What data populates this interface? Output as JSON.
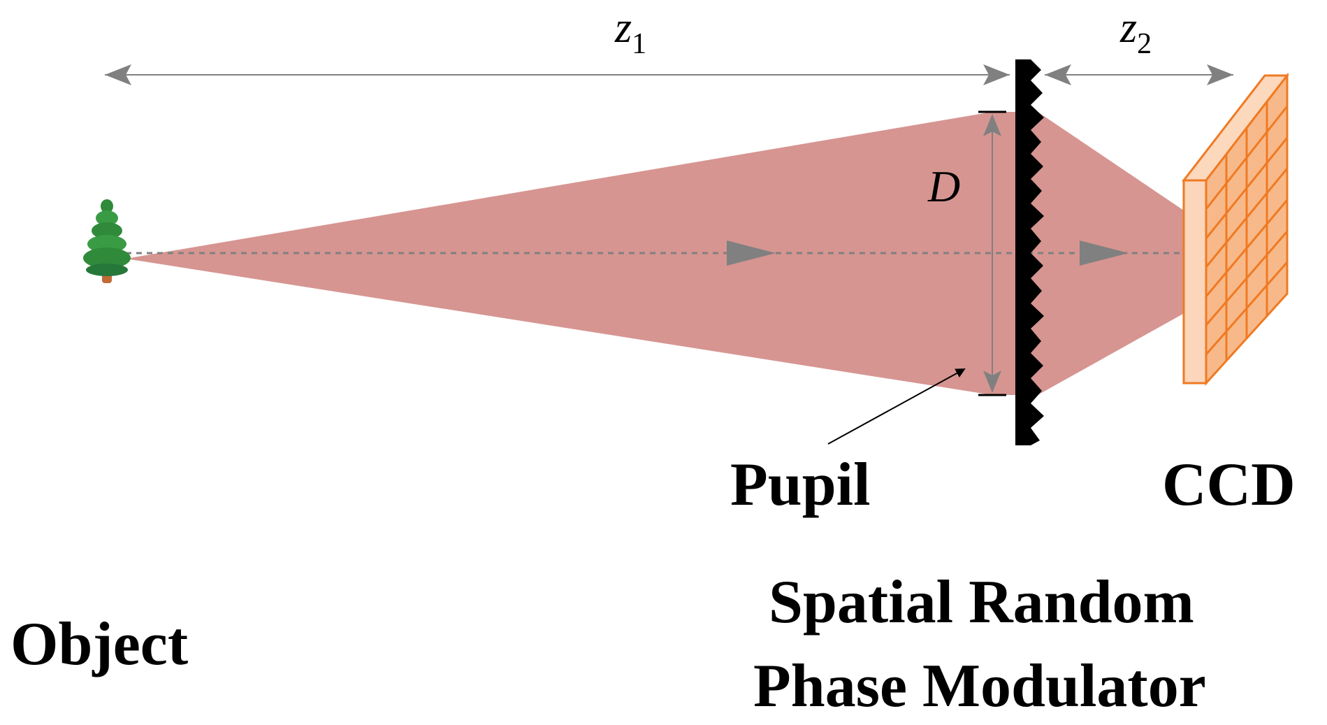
{
  "labels": {
    "z1": "z",
    "z1_sub": "1",
    "z2": "z",
    "z2_sub": "2",
    "D": "D",
    "pupil": "Pupil",
    "ccd": "CCD",
    "modulator_line1": "Spatial Random",
    "modulator_line2": "Phase Modulator",
    "object": "Object"
  },
  "colors": {
    "beam": "#d69591",
    "arrow_gray": "#808080",
    "modulator": "#000000",
    "ccd_fill": "#f8b98a",
    "ccd_edge": "#ef7a22",
    "tree_green": "#2f8a3a",
    "tree_trunk": "#c06a36"
  },
  "icons": {
    "object": "tree-icon",
    "detector": "ccd-grid-icon"
  }
}
